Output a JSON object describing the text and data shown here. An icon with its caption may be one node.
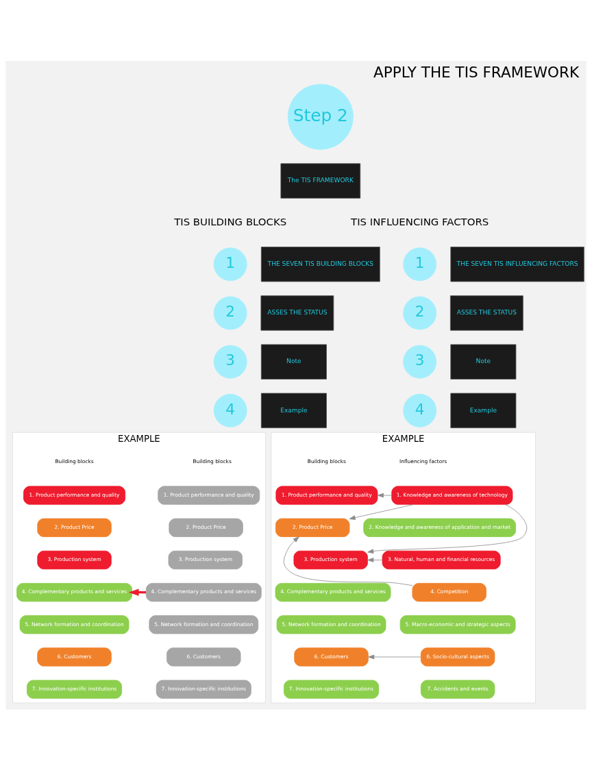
{
  "diagram": {
    "title": "APPLY THE TIS FRAMEWORK",
    "nodes": [
      {
        "text": [
          "Step 2"
        ]
      },
      {
        "text": [
          "The TIS FRAMEWORK"
        ]
      },
      {
        "text": [
          "1"
        ]
      },
      {
        "text": [
          "THE SEVEN TIS BUILDING BLOCKS"
        ]
      },
      {
        "text": [
          "2"
        ]
      },
      {
        "text": [
          "ASSES THE STATUS"
        ]
      },
      {
        "text": [
          "3"
        ]
      },
      {
        "text": [
          "Note"
        ]
      },
      {
        "text": [
          "4"
        ]
      },
      {
        "text": [
          "Example"
        ]
      },
      {
        "text": [
          "1"
        ]
      },
      {
        "text": [
          "THE SEVEN TIS INFLUENCING FACTORS"
        ]
      },
      {
        "text": [
          "2"
        ]
      },
      {
        "text": [
          "ASSES THE STATUS"
        ]
      },
      {
        "text": [
          "3"
        ]
      },
      {
        "text": [
          "Note"
        ]
      },
      {
        "text": [
          "4"
        ]
      },
      {
        "text": [
          "Example"
        ]
      },
      {
        "text": [
          "EXAMPLE"
        ]
      },
      {
        "text": [
          "1. Product performance and quality"
        ],
        "in": 18
      },
      {
        "text": [
          "2. Product Price"
        ],
        "in": 18
      },
      {
        "text": [
          "3. Production system"
        ],
        "in": 18
      },
      {
        "text": [
          "4. Complementary products and services"
        ],
        "in": 18
      },
      {
        "text": [
          "5. Network formation and coordination"
        ],
        "in": 18
      },
      {
        "text": [
          "6. Customers"
        ],
        "in": 18
      },
      {
        "text": [
          "7. Innovation-specific institutions"
        ],
        "in": 18
      },
      {
        "text": [
          "1. Product performance and quality"
        ],
        "in": 18
      },
      {
        "text": [
          "2. Product Price"
        ],
        "in": 18
      },
      {
        "text": [
          "3. Production system"
        ],
        "in": 18
      },
      {
        "text": [
          "4. Complementary products and services"
        ],
        "in": 18
      },
      {
        "text": [
          "5. Network formation and coordination"
        ],
        "in": 18
      },
      {
        "text": [
          "6. Customers"
        ],
        "in": 18
      },
      {
        "text": [
          "7. Innovation-specific institutions"
        ],
        "in": 18
      },
      {
        "text": [
          "EXAMPLE"
        ]
      },
      {
        "text": [
          "1. Knowledge and awareness of technology"
        ],
        "in": 33
      },
      {
        "text": [
          "2. Knowledge and awareness of application and market"
        ],
        "in": 33
      },
      {
        "text": [
          "3. Natural, human and financial resources"
        ],
        "in": 33
      },
      {
        "text": [
          "4. Competition"
        ],
        "in": 33
      },
      {
        "text": [
          "5. Macro-economic and strategic aspects"
        ],
        "in": 33
      },
      {
        "text": [
          "6. Socio-cultural aspects"
        ],
        "in": 33
      },
      {
        "text": [
          "7. Accidents and events"
        ],
        "in": 33
      },
      {
        "text": [
          "1. Product performance and quality"
        ],
        "in": 33
      },
      {
        "text": [
          "2. Product Price"
        ],
        "in": 33
      },
      {
        "text": [
          "3. Production system"
        ],
        "in": 33
      },
      {
        "text": [
          "4. Complementary products and services"
        ],
        "in": 33
      },
      {
        "text": [
          "5. Network formation and coordination"
        ],
        "in": 33
      },
      {
        "text": [
          "6. Customers"
        ],
        "in": 33
      },
      {
        "text": [
          "7. Innovation-specific institutions"
        ],
        "in": 33
      }
    ],
    "edges": [
      {
        "from": 22,
        "to": 29,
        "arrow": "to",
        "style": "thick",
        "color": "#ee1c2e"
      },
      {
        "from": 34,
        "to": 41,
        "arrow": "to"
      },
      {
        "from": 34,
        "to": 42,
        "arrow": "to"
      },
      {
        "from": 34,
        "to": 43,
        "arrow": "to"
      },
      {
        "from": 36,
        "to": 43,
        "arrow": "to"
      },
      {
        "from": 37,
        "to": 42,
        "arrow": "to"
      },
      {
        "from": 39,
        "to": 46,
        "arrow": "to"
      }
    ],
    "labels": [
      "TIS BUILDING BLOCKS",
      "TIS INFLUENCING FACTORS",
      "Building blocks",
      "Building blocks",
      "Influencing factors",
      "Building blocks"
    ]
  }
}
